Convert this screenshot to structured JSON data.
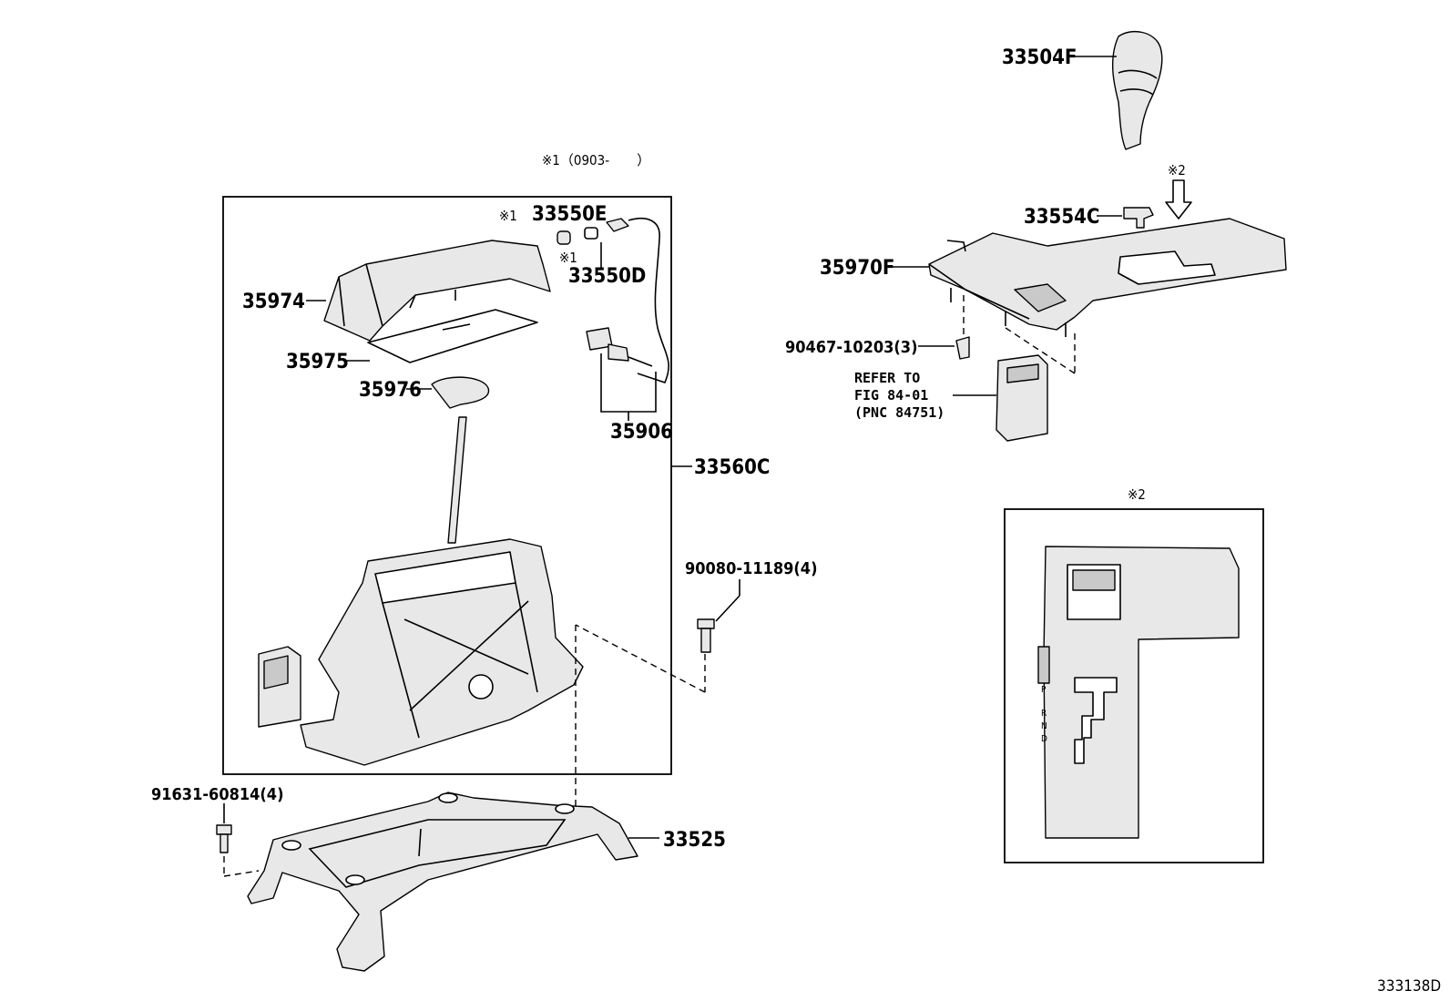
{
  "header_note": "※1（0903-　　）",
  "inset_note": "※2",
  "arrow_note": "※2",
  "callouts": {
    "p33504F": "33504F",
    "p33554C": "33554C",
    "p35970F": "35970F",
    "p90467": "90467-10203(3)",
    "refer_1": "REFER TO",
    "refer_2": "FIG 84-01",
    "refer_3": "(PNC 84751)",
    "p33550E_mark": "※1",
    "p33550E": "33550E",
    "p33550D_mark": "※1",
    "p33550D": "33550D",
    "p35974": "35974",
    "p35975": "35975",
    "p35976": "35976",
    "p35906": "35906",
    "p33560C": "33560C",
    "p90080": "90080-11189(4)",
    "p91631": "91631-60814(4)",
    "p33525": "33525"
  },
  "gate_letters": [
    "P",
    "R",
    "N",
    "D"
  ],
  "figure_id": "333138D"
}
